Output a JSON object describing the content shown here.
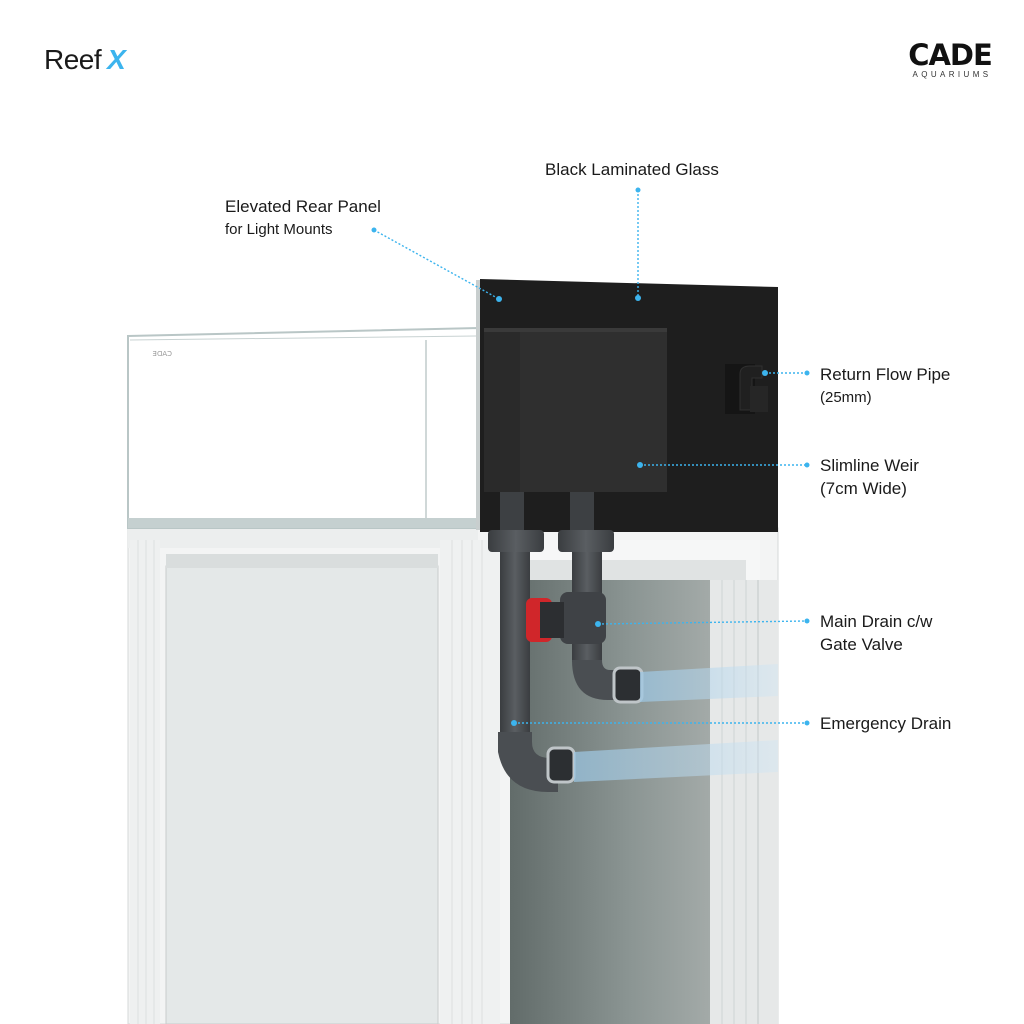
{
  "header": {
    "title_main": "Reef",
    "title_accent": "X",
    "accent_color": "#3cb4ee"
  },
  "logo": {
    "brand": "CADE",
    "tagline": "AQUARIUMS"
  },
  "callouts": [
    {
      "id": "black-laminated-glass",
      "line1": "Black Laminated Glass",
      "line2": ""
    },
    {
      "id": "elevated-rear-panel",
      "line1": "Elevated Rear Panel",
      "line2": "for Light Mounts"
    },
    {
      "id": "return-flow-pipe",
      "line1": "Return Flow Pipe",
      "line2": "(25mm)"
    },
    {
      "id": "slimline-weir",
      "line1": "Slimline Weir",
      "line2": "(7cm Wide)"
    },
    {
      "id": "main-drain",
      "line1": "Main Drain c/w",
      "line2": "Gate Valve"
    },
    {
      "id": "emergency-drain",
      "line1": "Emergency Drain",
      "line2": ""
    }
  ],
  "colors": {
    "callout_line": "#3cb4ee",
    "rear_panel": "#1c1c1c",
    "weir_box": "#2e2e2e",
    "pipe": "#4a4d50",
    "valve_handle": "#d0262a",
    "cabinet": "#eef0f0",
    "cabinet_interior": "#7f8a88"
  }
}
